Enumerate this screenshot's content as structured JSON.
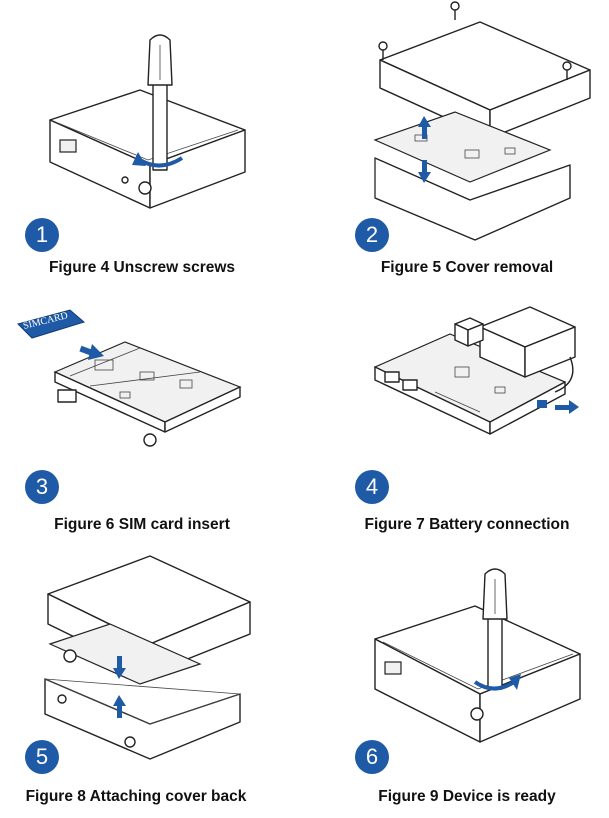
{
  "steps": [
    {
      "number": "1",
      "caption": "Figure 4 Unscrew screws",
      "icon": "screwdriver-unscrew-illustration"
    },
    {
      "number": "2",
      "caption": "Figure 5 Cover removal",
      "icon": "cover-removal-illustration"
    },
    {
      "number": "3",
      "caption": "Figure 6 SIM card insert",
      "icon": "sim-insert-illustration",
      "sim_label": "SIMCARD"
    },
    {
      "number": "4",
      "caption": "Figure 7 Battery connection",
      "icon": "battery-connection-illustration"
    },
    {
      "number": "5",
      "caption": "Figure 8 Attaching cover back",
      "icon": "cover-attach-illustration"
    },
    {
      "number": "6",
      "caption": "Figure 9 Device is ready",
      "icon": "screwdriver-tighten-illustration"
    }
  ],
  "colors": {
    "accent": "#1f5aa6"
  }
}
